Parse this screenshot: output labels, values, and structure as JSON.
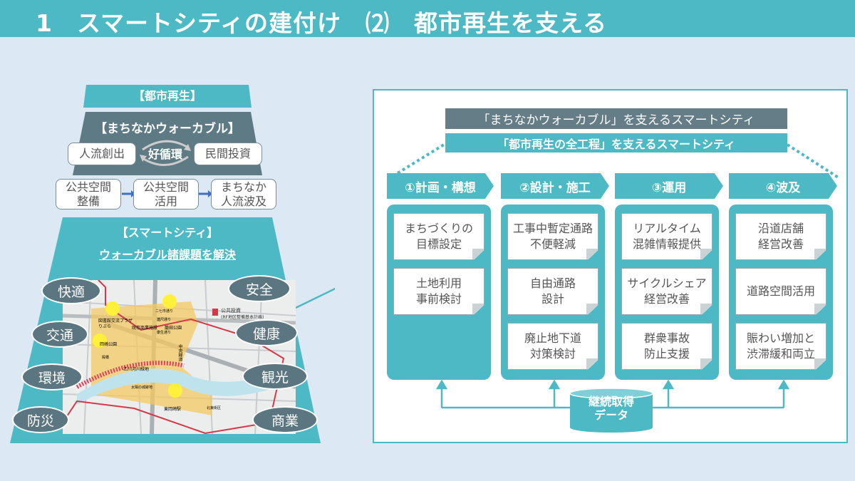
{
  "header": {
    "title": "1　スマートシティの建付け　⑵　都市再生を支える"
  },
  "left": {
    "urban_regen": "【都市再生】",
    "walkable": "【まちなかウォーカブル】",
    "cycle": {
      "left": "人流創出",
      "center": "好循環",
      "right": "民間投資"
    },
    "flow": [
      "公共空間\n整備",
      "公共空間\n活用",
      "まちなか\n人流波及"
    ],
    "smartcity": "【スマートシティ】",
    "solve": "ウォーカブル諸課題を解決",
    "bubbles_left": [
      "快適",
      "交通",
      "環境",
      "防災"
    ],
    "bubbles_right": [
      "安全",
      "健康",
      "観光",
      "商業"
    ],
    "map": {
      "legend": "公共投資",
      "legend_sub": "(RF地区整備基本計画)",
      "labels": [
        "図書館交流プラザ",
        "りぶら",
        "既存商業施設",
        "籠田公園",
        "二七市通り",
        "連尺通り",
        "康生通り",
        "岡崎公園",
        "中央緑道",
        "乙川河川緑地",
        "太陽の城跡地",
        "東岡崎駅",
        "北東街区",
        "殿橋"
      ]
    }
  },
  "right": {
    "title1": "「まちなかウォーカブル」を支えるスマートシティ",
    "title2": "「都市再生の全工程」を支えるスマートシティ",
    "phases": [
      {
        "label": "①計画・構想",
        "cards": [
          "まちづくりの\n目標設定",
          "土地利用\n事前検討"
        ]
      },
      {
        "label": "②設計・施工",
        "cards": [
          "工事中暫定通路\n不便軽減",
          "自由通路\n設計",
          "廃止地下道\n対策検討"
        ]
      },
      {
        "label": "③運用",
        "cards": [
          "リアルタイム\n混雑情報提供",
          "サイクルシェア\n経営改善",
          "群衆事故\n防止支援"
        ]
      },
      {
        "label": "④波及",
        "cards": [
          "沿道店舗\n経営改善",
          "道路空間活用",
          "賑わい増加と\n渋滞緩和両立"
        ]
      }
    ],
    "data_store": "継続取得\nデータ"
  },
  "colors": {
    "teal": "#4DB9C4",
    "slate": "#5E7A84",
    "bg": "#DCE8F4"
  }
}
